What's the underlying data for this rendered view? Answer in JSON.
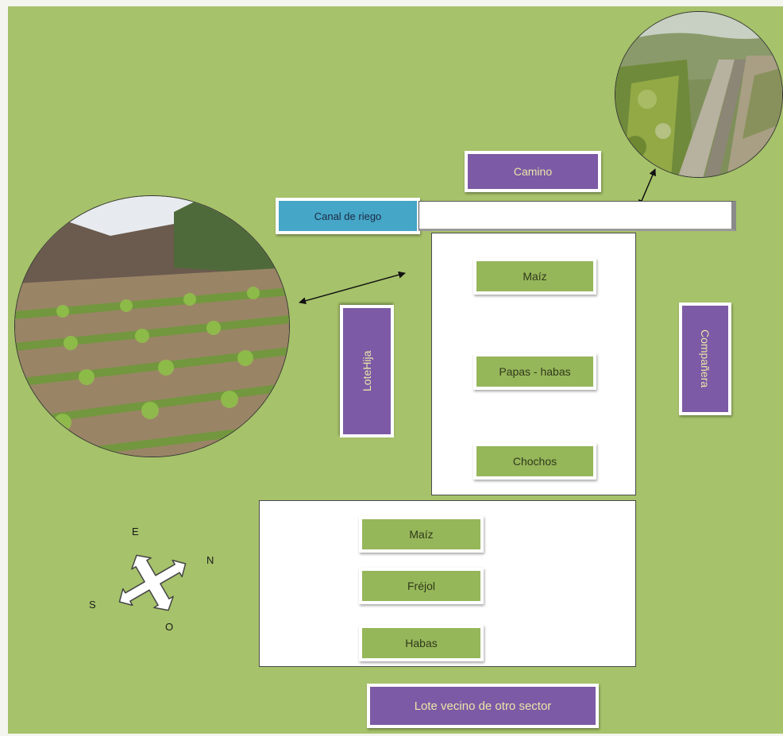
{
  "labels": {
    "camino": "Camino",
    "canal": "Canal de riego",
    "lote_hija": "LoteHija",
    "companera": "Compañera",
    "vecino": "Lote vecino de otro sector"
  },
  "plot_upper": {
    "crops": [
      "Maíz",
      "Papas - habas",
      "Chochos"
    ]
  },
  "plot_lower": {
    "crops": [
      "Maíz",
      "Fréjol",
      "Habas"
    ]
  },
  "compass": {
    "north": "N",
    "south": "S",
    "east": "E",
    "west": "O"
  },
  "colors": {
    "background": "#a6c26a",
    "purple_label": "#7d5aa6",
    "green_label": "#96b65a",
    "canal_label": "#45a6c7"
  },
  "photos": [
    "crop-field-photo",
    "irrigation-canal-photo"
  ]
}
